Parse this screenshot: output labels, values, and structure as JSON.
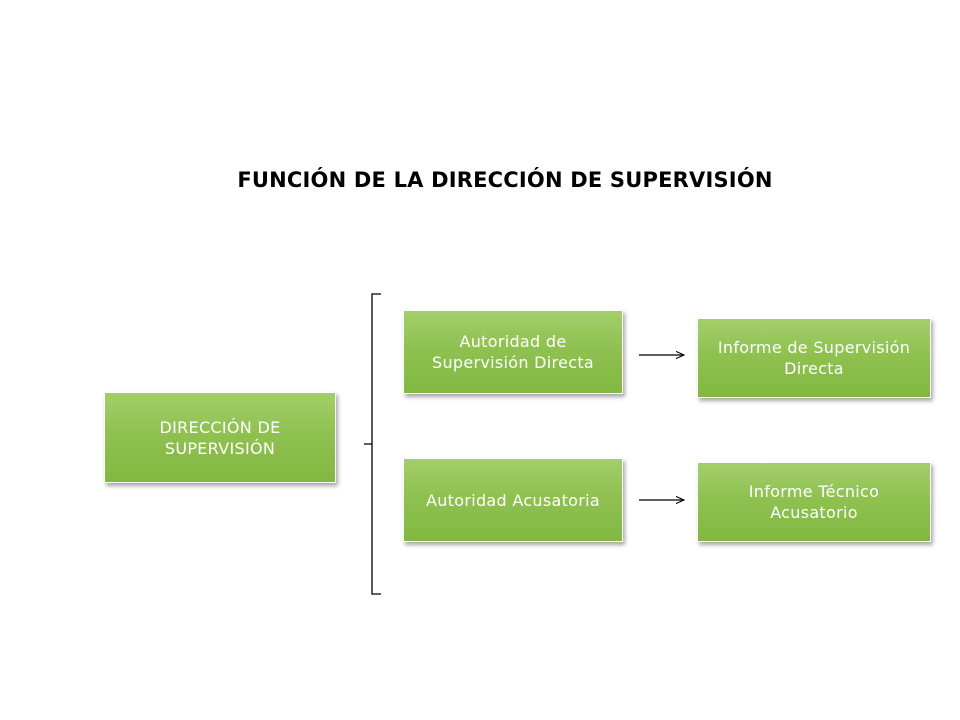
{
  "title": "FUNCIÓN DE LA DIRECCIÓN DE SUPERVISIÓN",
  "boxes": {
    "direccion": "DIRECCIÓN DE SUPERVISIÓN",
    "autoridad_directa": "Autoridad de Supervisión Directa",
    "autoridad_acusatoria": "Autoridad Acusatoria",
    "informe_directa": "Informe de Supervisión Directa",
    "informe_tecnico": "Informe Técnico Acusatorio"
  },
  "colors": {
    "box_fill": "#8fc151",
    "box_text": "#ffffff",
    "lines": "#000000"
  }
}
